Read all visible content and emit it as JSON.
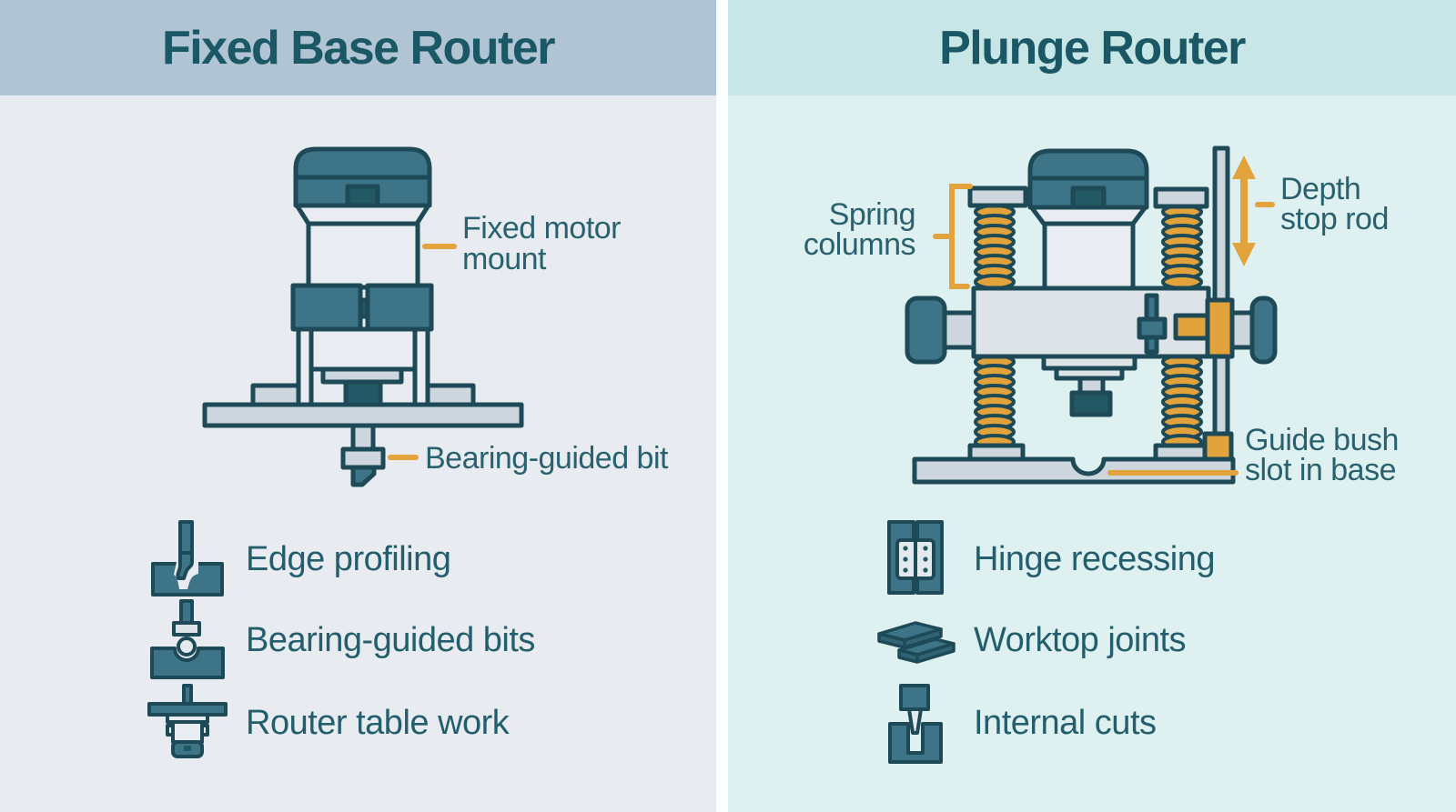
{
  "left_panel": {
    "title": "Fixed Base Router",
    "callouts": {
      "motor_mount_line1": "Fixed motor",
      "motor_mount_line2": "mount",
      "bearing_bit": "Bearing-guided bit"
    },
    "uses": [
      {
        "icon": "edge-profiling-icon",
        "label": "Edge profiling"
      },
      {
        "icon": "bearing-guided-bits-icon",
        "label": "Bearing-guided bits"
      },
      {
        "icon": "router-table-icon",
        "label": "Router table work"
      }
    ]
  },
  "right_panel": {
    "title": "Plunge Router",
    "callouts": {
      "spring_line1": "Spring",
      "spring_line2": "columns",
      "depth_line1": "Depth",
      "depth_line2": "stop rod",
      "guide_line1": "Guide bush",
      "guide_line2": "slot in base"
    },
    "uses": [
      {
        "icon": "hinge-recessing-icon",
        "label": "Hinge recessing"
      },
      {
        "icon": "worktop-joints-icon",
        "label": "Worktop joints"
      },
      {
        "icon": "internal-cuts-icon",
        "label": "Internal cuts"
      }
    ]
  },
  "colors": {
    "left_header_bg": "#b1c4d3",
    "right_header_bg": "#c9e6e7",
    "left_bg": "#e8ebf0",
    "right_bg": "#dff0f1",
    "teal_fill": "#3e7488",
    "dark_teal": "#235865",
    "outline": "#1e4a57",
    "accent_orange": "#e2a33c",
    "machine_light": "#e9edf1",
    "machine_gray": "#ccd6dc",
    "title_text": "#1b5866",
    "body_text": "#235e6d"
  }
}
